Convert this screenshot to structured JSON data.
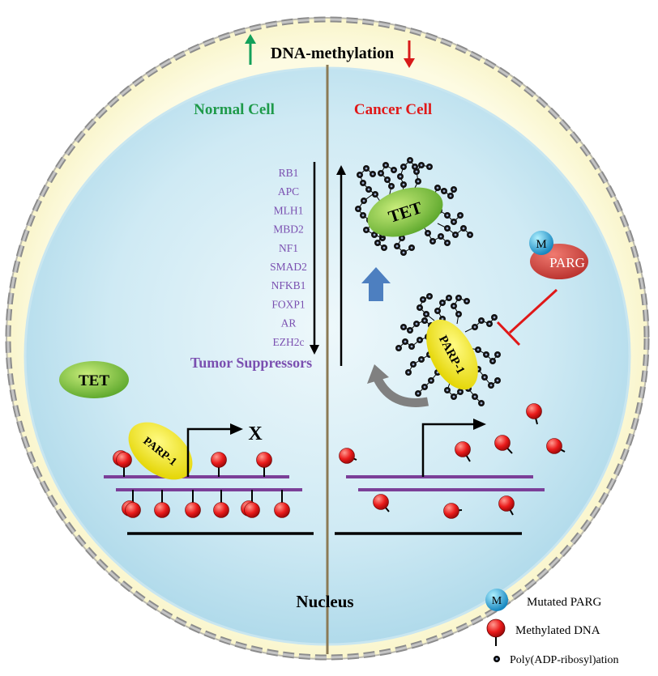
{
  "header": {
    "label": "DNA-methylation"
  },
  "left_panel": {
    "title": "Normal Cell",
    "genes": [
      "RB1",
      "APC",
      "MLH1",
      "MBD2",
      "NF1",
      "SMAD2",
      "NFKB1",
      "FOXP1",
      "AR",
      "EZH2c"
    ],
    "group_label": "Tumor Suppressors",
    "tet_label": "TET",
    "parp_label": "PARP-1",
    "blocked_label": "X"
  },
  "right_panel": {
    "title": "Cancer Cell",
    "tet_label": "TET",
    "parg_label": "PARG",
    "parg_mark": "M",
    "parp_label": "PARP-1"
  },
  "nucleus_label": "Nucleus",
  "legend": {
    "mutated_mark": "M",
    "mutated_parg": "Mutated PARG",
    "methylated_dna": "Methylated DNA",
    "parylation": "Poly(ADP-ribosyl)ation"
  },
  "colors": {
    "membrane": "#fbf8d4",
    "nucleus_fill": "#d9eef5",
    "gene_text": "#7a4fb0",
    "title_normal": "#1e9a4a",
    "title_cancer": "#e01818",
    "arrow_up": "#13a05a",
    "arrow_down": "#d81a1a",
    "tet_green": "#7cc63c",
    "parp_yellow": "#f7ee19",
    "parg_red": "#c9403c",
    "strand_purple": "#7b3f98",
    "methyl_red": "#e0121a",
    "mutated_blue": "#2ea9d8",
    "block_red": "#e01818",
    "thick_arrow_blue": "#4d7fc0"
  }
}
